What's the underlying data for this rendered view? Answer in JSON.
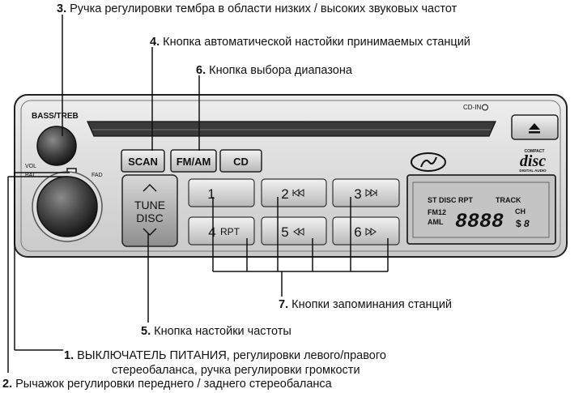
{
  "callouts": {
    "c3": {
      "num": "3.",
      "text": "Ручка регулировки тембра в области низких / высоких звуковых частот"
    },
    "c4": {
      "num": "4.",
      "text": "Кнопка автоматической настойки принимаемых станций"
    },
    "c6": {
      "num": "6.",
      "text": "Кнопка выбора диапазона"
    },
    "c7": {
      "num": "7.",
      "text": "Кнопки запоминания станций"
    },
    "c5": {
      "num": "5.",
      "text": "Кнопка настойки частоты"
    },
    "c1": {
      "num": "1.",
      "line1": "ВЫКЛЮЧАТЕЛЬ ПИТАНИЯ, регулировки левого/правого",
      "line2": "стереобаланса, ручка регулировки громкости"
    },
    "c2": {
      "num": "2.",
      "text": "Рычажок регулировки переднего / заднего стереобаланса"
    }
  },
  "device": {
    "bass_treb": "BASS/TREB",
    "vol": "VOL",
    "bal": "BAL",
    "fad": "FAD",
    "cd_in": "CD-IN",
    "scan": "SCAN",
    "fm_am": "FM/AM",
    "cd": "CD",
    "tune": "TUNE",
    "disc": "DISC",
    "preset1": "1",
    "preset2": "2",
    "preset3": "3",
    "preset4": "4",
    "preset4_sub": "RPT",
    "preset5": "5",
    "preset6": "6",
    "logo_compact": "COMPACT",
    "logo_disc": "disc",
    "logo_digital": "DIGITAL AUDIO",
    "display": {
      "top": "ST DISC RPT",
      "track": "TRACK",
      "fm12": "FM12",
      "aml": "AML",
      "digits": "8888",
      "ch": "CH",
      "s": "$",
      "small8": "8"
    }
  },
  "icons": {
    "eject": "eject-icon",
    "up": "chevron-up-icon",
    "down": "chevron-down-icon",
    "prev": "skip-back-icon",
    "next": "skip-forward-icon",
    "rew": "rewind-icon",
    "ff": "fast-forward-icon",
    "brand": "hyundai-logo"
  }
}
